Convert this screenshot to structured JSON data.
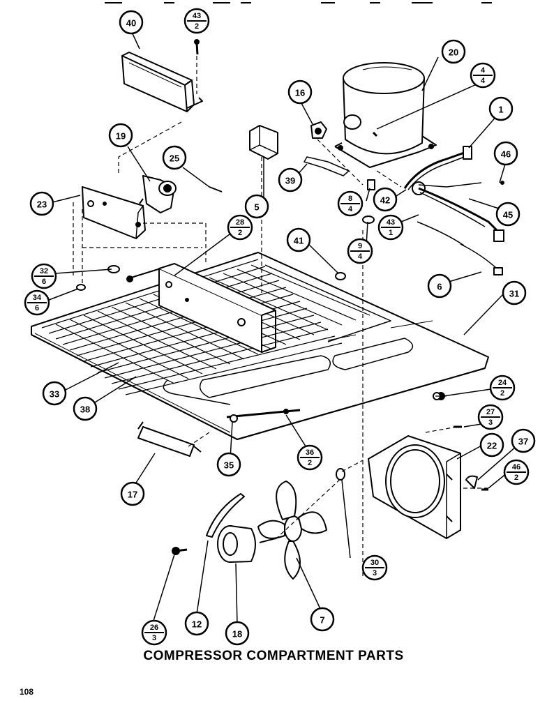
{
  "caption": "COMPRESSOR COMPARTMENT PARTS",
  "page_number": "108",
  "callouts": [
    {
      "id": "c40",
      "top": "40"
    },
    {
      "id": "c43a",
      "top": "43",
      "bottom": "2"
    },
    {
      "id": "c20",
      "top": "20"
    },
    {
      "id": "c16",
      "top": "16"
    },
    {
      "id": "c4",
      "top": "4",
      "bottom": "4"
    },
    {
      "id": "c1",
      "top": "1"
    },
    {
      "id": "c19",
      "top": "19"
    },
    {
      "id": "c25",
      "top": "25"
    },
    {
      "id": "c39",
      "top": "39"
    },
    {
      "id": "c46a",
      "top": "46"
    },
    {
      "id": "c23",
      "top": "23"
    },
    {
      "id": "c5",
      "top": "5"
    },
    {
      "id": "c8",
      "top": "8",
      "bottom": "4"
    },
    {
      "id": "c42",
      "top": "42"
    },
    {
      "id": "c45",
      "top": "45"
    },
    {
      "id": "c28",
      "top": "28",
      "bottom": "2"
    },
    {
      "id": "c43b",
      "top": "43",
      "bottom": "1"
    },
    {
      "id": "c41",
      "top": "41"
    },
    {
      "id": "c9",
      "top": "9",
      "bottom": "4"
    },
    {
      "id": "c32",
      "top": "32",
      "bottom": "6"
    },
    {
      "id": "c6",
      "top": "6"
    },
    {
      "id": "c34",
      "top": "34",
      "bottom": "6"
    },
    {
      "id": "c31",
      "top": "31"
    },
    {
      "id": "c24",
      "top": "24",
      "bottom": "2"
    },
    {
      "id": "c33",
      "top": "33"
    },
    {
      "id": "c38",
      "top": "38"
    },
    {
      "id": "c27",
      "top": "27",
      "bottom": "3"
    },
    {
      "id": "c22",
      "top": "22"
    },
    {
      "id": "c37",
      "top": "37"
    },
    {
      "id": "c36",
      "top": "36",
      "bottom": "2"
    },
    {
      "id": "c35",
      "top": "35"
    },
    {
      "id": "c46b",
      "top": "46",
      "bottom": "2"
    },
    {
      "id": "c17",
      "top": "17"
    },
    {
      "id": "c30",
      "top": "30",
      "bottom": "3"
    },
    {
      "id": "c26",
      "top": "26",
      "bottom": "3"
    },
    {
      "id": "c12",
      "top": "12"
    },
    {
      "id": "c18",
      "top": "18"
    },
    {
      "id": "c7",
      "top": "7"
    }
  ]
}
